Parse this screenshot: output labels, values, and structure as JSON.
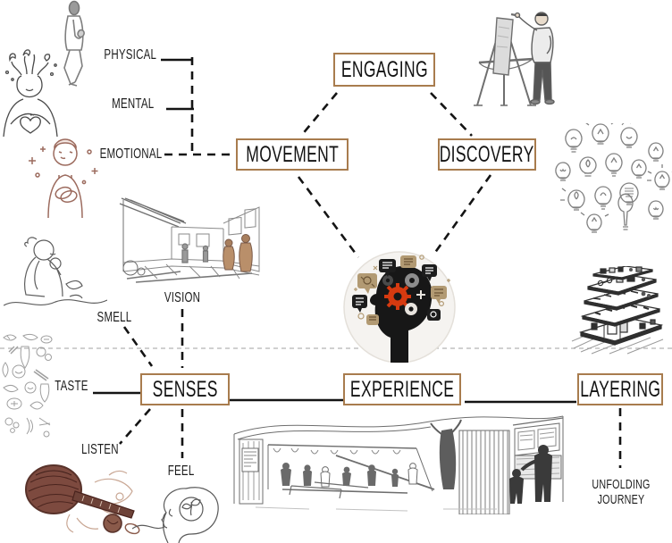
{
  "diagram": {
    "nodes": {
      "engaging": {
        "label": "ENGAGING"
      },
      "movement": {
        "label": "MOVEMENT"
      },
      "discovery": {
        "label": "DISCOVERY"
      },
      "senses": {
        "label": "SENSES"
      },
      "experience": {
        "label": "EXPERIENCE"
      },
      "layering": {
        "label": "LAYERING"
      }
    },
    "sub_labels": {
      "physical": "PHYSICAL",
      "mental": "MENTAL",
      "emotional": "EMOTIONAL",
      "vision": "VISION",
      "smell": "SMELL",
      "taste": "TASTE",
      "listen": "LISTEN",
      "feel": "FEEL",
      "unfolding_line1": "UNFOLDING",
      "unfolding_line2": "JOURNEY"
    },
    "colors": {
      "box_border": "#a87c4e",
      "connector_line": "#141414",
      "divider_dash": "#b3b3b3",
      "accent_red": "#d63a10",
      "accent_tan": "#b29a73",
      "sketch_gray": "#7f7f7f",
      "sketch_brown": "#9c6b5e",
      "veena_maroon": "#6d4238"
    },
    "illustrations": [
      {
        "name": "walking-person-sketch"
      },
      {
        "name": "head-with-flowers-sketch"
      },
      {
        "name": "hands-on-heart-sketch"
      },
      {
        "name": "child-smelling-flower-sketch"
      },
      {
        "name": "gallery-corridor-sketch"
      },
      {
        "name": "food-doodles-sketch"
      },
      {
        "name": "veena-instrument-sketch"
      },
      {
        "name": "head-with-plant-sketch"
      },
      {
        "name": "painter-at-easel-sketch"
      },
      {
        "name": "lightbulbs-sketch"
      },
      {
        "name": "stacked-layers-sketch"
      },
      {
        "name": "mind-gears-illustration"
      },
      {
        "name": "market-scene-sketch"
      }
    ]
  }
}
